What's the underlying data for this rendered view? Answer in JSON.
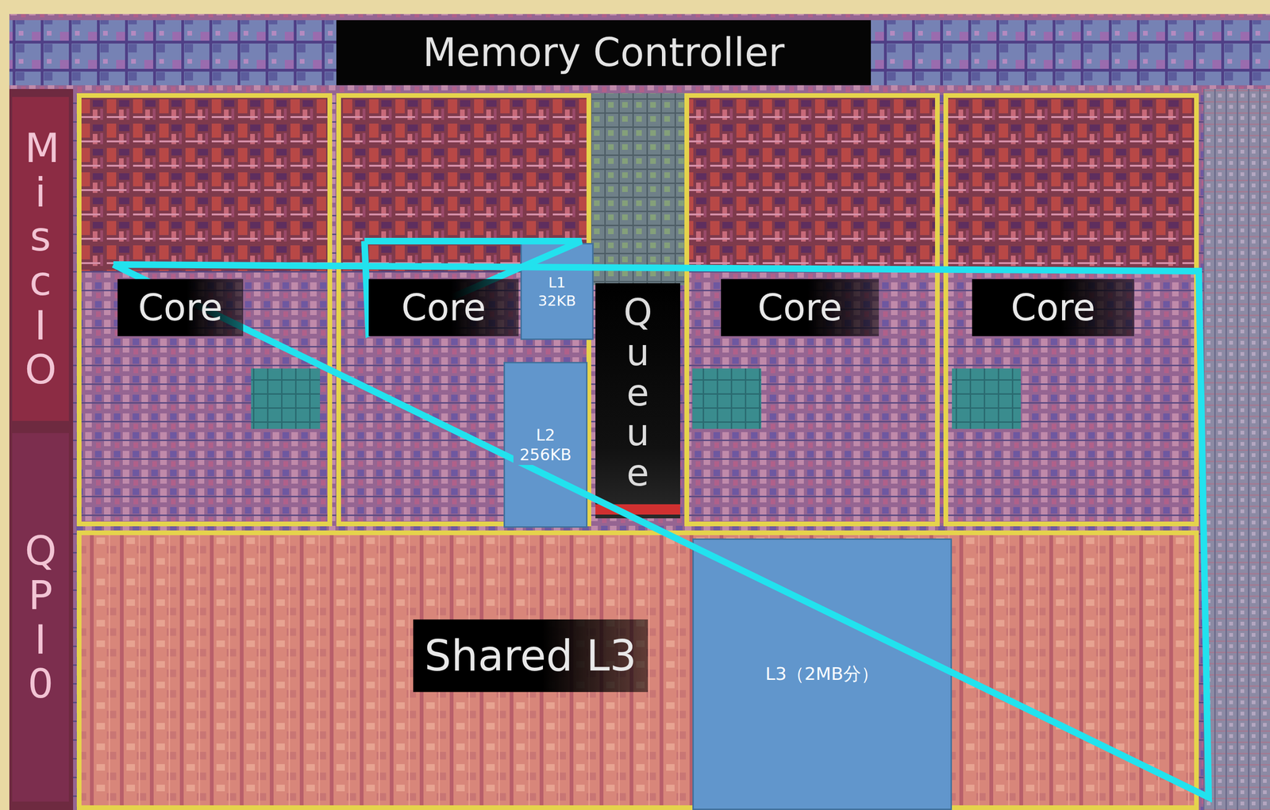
{
  "diagram": {
    "nodes": [
      {
        "text": [
          "Memory Controller"
        ]
      },
      {
        "text": [
          "Misc IO"
        ]
      },
      {
        "text": [
          "Core"
        ]
      },
      {
        "text": [
          "Core"
        ]
      },
      {
        "text": [
          "L1 32KB"
        ],
        "in": 3
      },
      {
        "text": [
          "L2 256KB"
        ],
        "in": 3
      },
      {
        "text": [
          "Queue"
        ]
      },
      {
        "text": [
          "Core"
        ]
      },
      {
        "text": [
          "Core"
        ]
      },
      {
        "text": [
          "QPI 0"
        ]
      },
      {
        "text": [
          "Shared L3"
        ]
      },
      {
        "text": [
          "L3（2MB分）"
        ],
        "in": 10
      }
    ]
  }
}
